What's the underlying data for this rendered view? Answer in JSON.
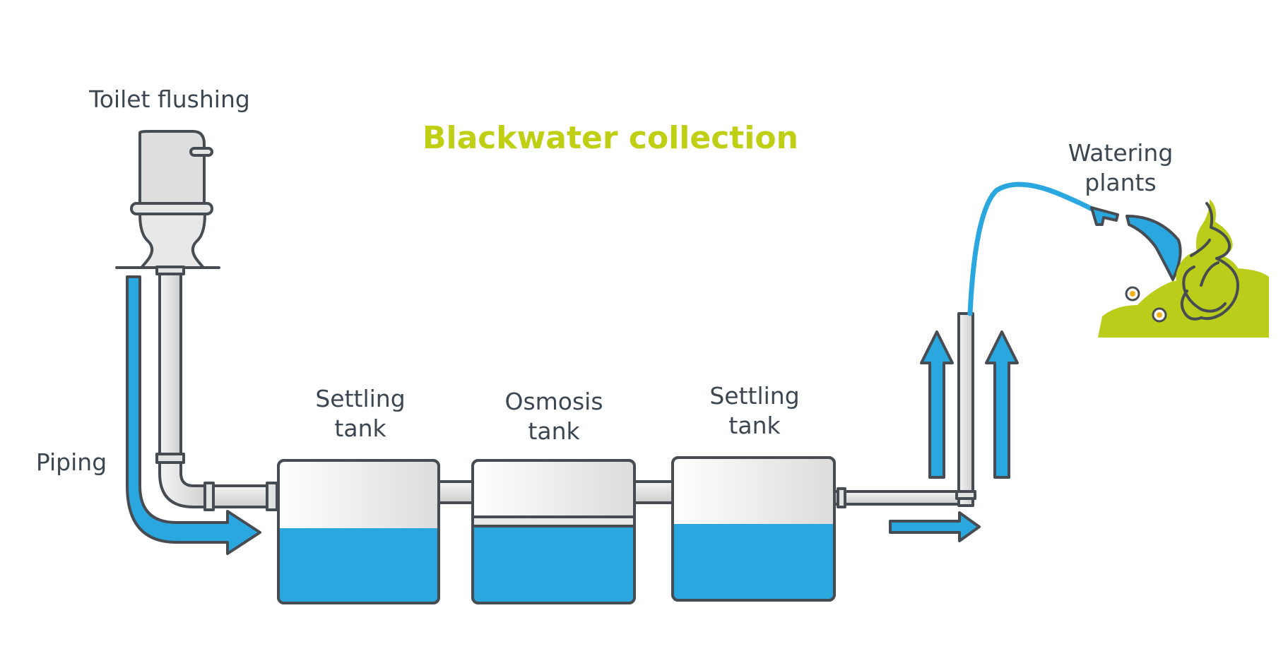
{
  "title": "Blackwater collection",
  "labels": {
    "toilet": "Toilet flushing",
    "piping": "Piping",
    "settling_tank_1": [
      "Settling",
      "tank"
    ],
    "osmosis_tank": [
      "Osmosis",
      "tank"
    ],
    "settling_tank_2": [
      "Settling",
      "tank"
    ],
    "watering": [
      "Watering",
      "plants"
    ]
  },
  "colors": {
    "title": "#bfcf14",
    "water": "#2aa7df",
    "outline": "#474c52",
    "pipe_light": "#ececec",
    "pipe_shade": "#cfcfcf",
    "plant": "#b9cd1a",
    "text": "#3c4650"
  },
  "icons": {
    "toilet": "toilet-icon",
    "plants": "plant-icon",
    "flowers": "flower-icon",
    "hose": "hose-icon"
  }
}
